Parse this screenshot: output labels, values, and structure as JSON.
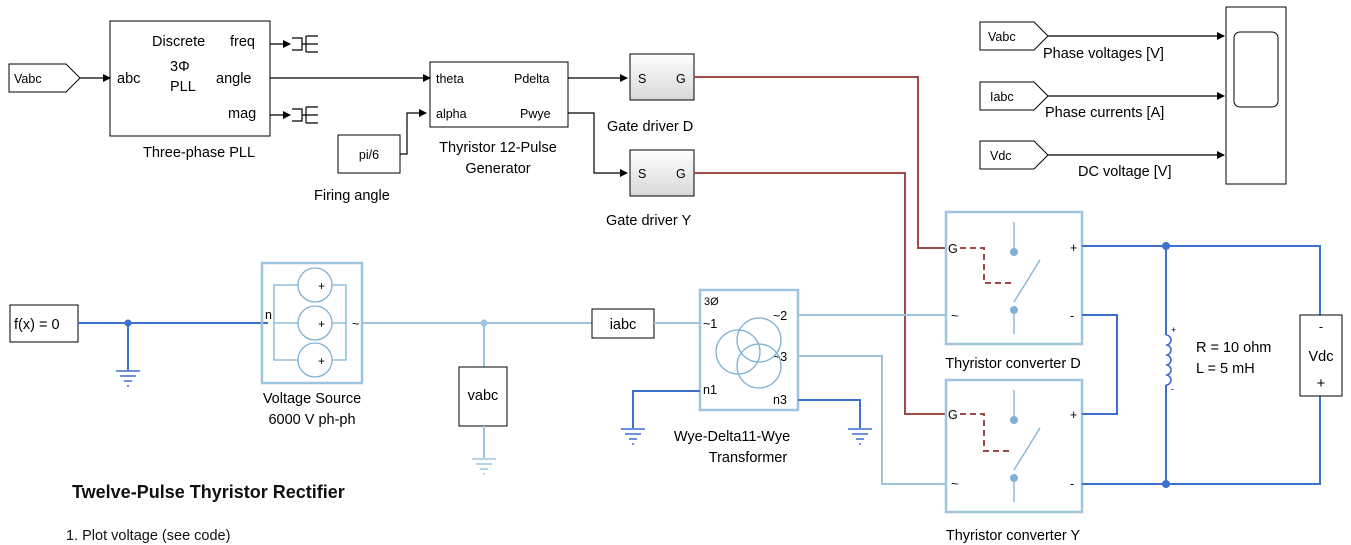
{
  "title": "Twelve-Pulse Thyristor Rectifier",
  "note": "1. Plot voltage (see code)",
  "goto_tags": {
    "vabc_in": "Vabc",
    "vabc_scope": "Vabc",
    "iabc_scope": "Iabc",
    "vdc_scope": "Vdc"
  },
  "pll": {
    "name": "Three-phase PLL",
    "line1": "Discrete",
    "line2": "3Φ",
    "line3": "PLL",
    "port_abc": "abc",
    "port_freq": "freq",
    "port_angle": "angle",
    "port_mag": "mag"
  },
  "pulse_gen": {
    "name_line1": "Thyristor 12-Pulse",
    "name_line2": "Generator",
    "port_theta": "theta",
    "port_alpha": "alpha",
    "port_pdelta": "Pdelta",
    "port_pwye": "Pwye"
  },
  "firing_angle": {
    "name": "Firing angle",
    "value": "pi/6"
  },
  "gate_d": {
    "name": "Gate driver D",
    "port_s": "S",
    "port_g": "G"
  },
  "gate_y": {
    "name": "Gate driver Y",
    "port_s": "S",
    "port_g": "G"
  },
  "scope": {
    "label_v": "Phase voltages [V]",
    "label_i": "Phase currents [A]",
    "label_dc": "DC voltage [V]"
  },
  "ground_src": {
    "expr": "f(x) = 0"
  },
  "voltage_source": {
    "name_line1": "Voltage Source",
    "name_line2": "6000 V ph-ph",
    "port_n": "n",
    "port_out": "~"
  },
  "vabc_meas": {
    "label": "vabc"
  },
  "iabc_meas": {
    "label": "iabc"
  },
  "transformer": {
    "name_line1": "Wye-Delta11-Wye",
    "name_line2": "Transformer",
    "tag": "3Ø",
    "port_1": "~1",
    "port_2": "~2",
    "port_3": "~3",
    "port_n1": "n1",
    "port_n3": "n3"
  },
  "conv_d": {
    "name": "Thyristor converter D",
    "port_g": "G",
    "port_ac": "~",
    "port_plus": "+",
    "port_minus": "-"
  },
  "conv_y": {
    "name": "Thyristor converter Y",
    "port_g": "G",
    "port_ac": "~",
    "port_plus": "+",
    "port_minus": "-"
  },
  "rl_load": {
    "r": "R = 10 ohm",
    "l": "L = 5 mH",
    "plus": "+",
    "minus": "-"
  },
  "vdc_meas": {
    "label": "Vdc",
    "plus": "+",
    "minus": "-"
  },
  "colors": {
    "gate_signal": "#a24a4a",
    "power_light": "#9ec5dd",
    "power_dark": "#3d6fcf",
    "block_frame": "#9ec5dd"
  }
}
